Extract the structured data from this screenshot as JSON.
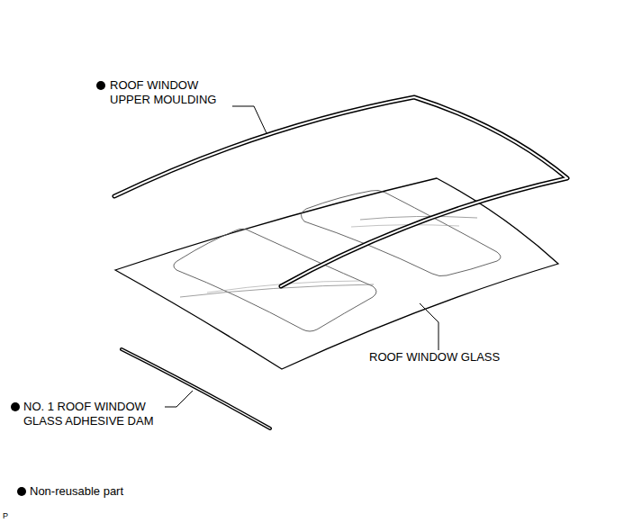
{
  "diagram": {
    "labels": [
      "ROOF WINDOW UPPER MOULDING",
      "ROOF WINDOW GLASS",
      "NO. 1 ROOF WINDOW GLASS ADHESIVE DAM",
      "P"
    ],
    "legend": [
      {
        "text": "Non-reusable part"
      }
    ]
  }
}
